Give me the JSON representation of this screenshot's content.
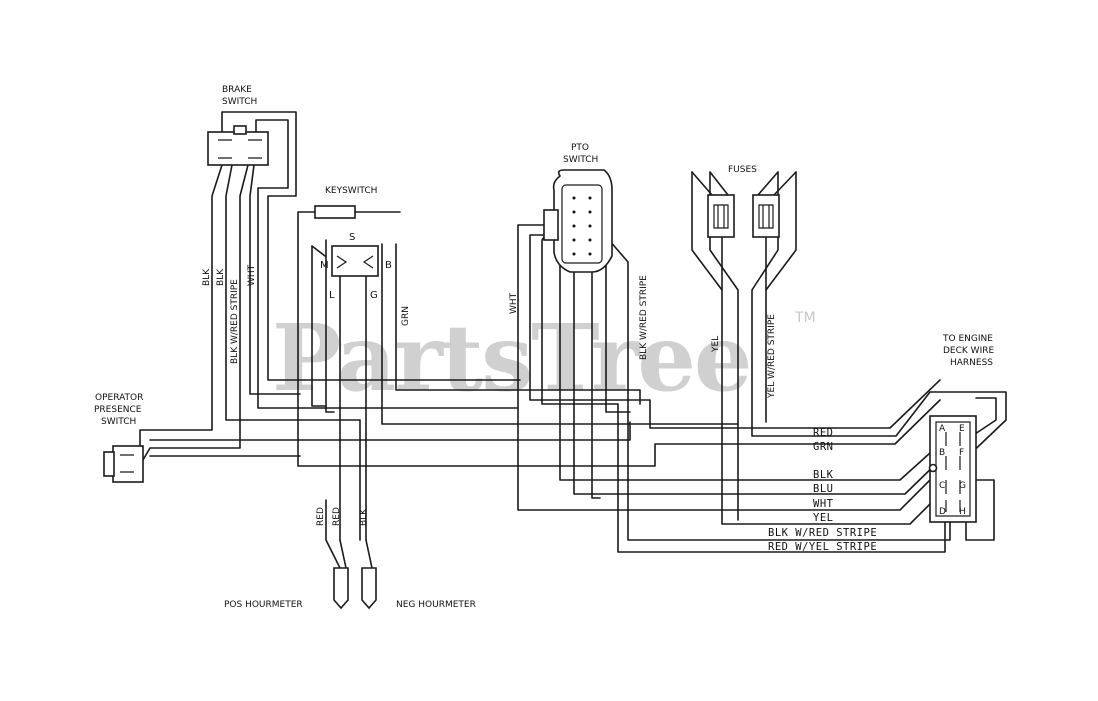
{
  "watermark": {
    "text": "PartsTree",
    "mark": "TM"
  },
  "components": {
    "brake_switch": [
      "BRAKE",
      "SWITCH"
    ],
    "keyswitch": "KEYSWITCH",
    "keyswitch_pins": {
      "s": "S",
      "m": "M",
      "b": "B",
      "l": "L",
      "g": "G"
    },
    "pto_switch": [
      "PTO",
      "SWITCH"
    ],
    "fuses": "FUSES",
    "engine_harness": [
      "TO ENGINE",
      "DECK WIRE",
      "HARNESS"
    ],
    "harness_pins": [
      "A",
      "E",
      "B",
      "F",
      "C",
      "G",
      "D",
      "H"
    ],
    "operator_switch": [
      "OPERATOR",
      "PRESENCE",
      "SWITCH"
    ],
    "pos_hourmeter": "POS HOURMETER",
    "neg_hourmeter": "NEG HOURMETER"
  },
  "wire_labels": {
    "vertical": {
      "blk1": "BLK",
      "blk2": "BLK",
      "blk_red": "BLK W/RED STRIPE",
      "wht1": "WHT",
      "grn": "GRN",
      "wht2": "WHT",
      "blk_red2": "BLK W/RED STRIPE",
      "yel": "YEL",
      "yel_red": "YEL W/RED STRIPE",
      "red1": "RED",
      "red2": "RED",
      "blk3": "BLK"
    },
    "horizontal": {
      "red": "RED",
      "grn": "GRN",
      "blk": "BLK",
      "blu": "BLU",
      "wht": "WHT",
      "yel": "YEL",
      "blk_red": "BLK W/RED STRIPE",
      "red_yel": "RED W/YEL STRIPE"
    }
  }
}
